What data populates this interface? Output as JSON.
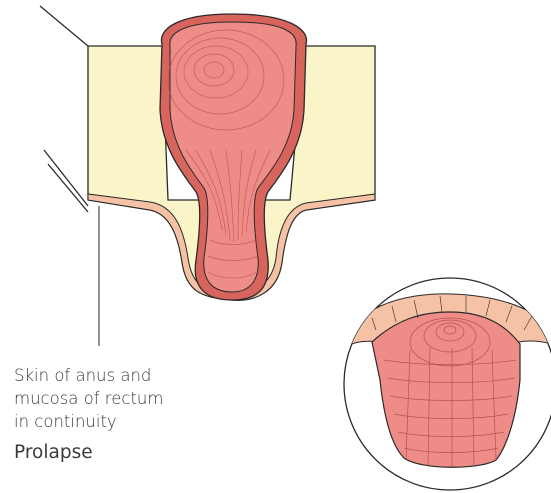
{
  "label": {
    "lines": [
      "Skin of anus and",
      "mucosa of rectum",
      "in continuity"
    ]
  },
  "caption": "Prolapse",
  "colors": {
    "skin": "#faf5c8",
    "mucosa": "#ee8c88",
    "mucosa_dark": "#d8645e",
    "skin_pink": "#f6c2a6",
    "outline": "#2a2a2a"
  }
}
